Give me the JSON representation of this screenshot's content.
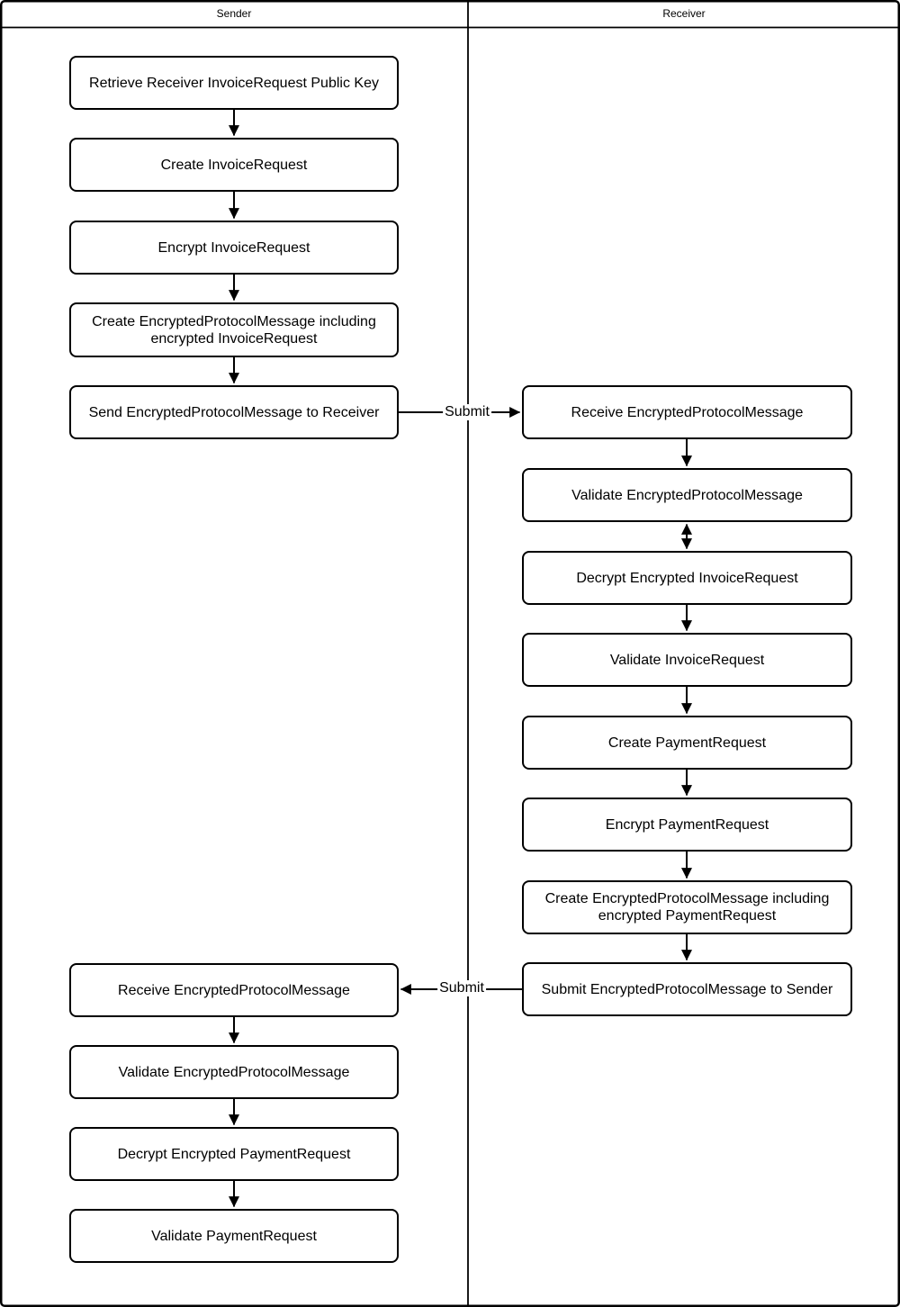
{
  "diagram": {
    "lanes": [
      {
        "label": "Sender"
      },
      {
        "label": "Receiver"
      }
    ],
    "nodes": {
      "retrieve_public_key": "Retrieve Receiver InvoiceRequest Public Key",
      "create_invoicerequest": "Create InvoiceRequest",
      "encrypt_invoicerequest": "Encrypt InvoiceRequest",
      "create_epm_invoice": "Create EncryptedProtocolMessage including encrypted InvoiceRequest",
      "send_epm_to_receiver": "Send EncryptedProtocolMessage to Receiver",
      "receive_epm_receiver": "Receive EncryptedProtocolMessage",
      "validate_epm_receiver": "Validate EncryptedProtocolMessage",
      "decrypt_invoicerequest": "Decrypt Encrypted InvoiceRequest",
      "validate_invoicerequest": "Validate InvoiceRequest",
      "create_paymentrequest": "Create PaymentRequest",
      "encrypt_paymentrequest": "Encrypt PaymentRequest",
      "create_epm_payment": "Create EncryptedProtocolMessage including encrypted PaymentRequest",
      "submit_epm_to_sender": "Submit EncryptedProtocolMessage to Sender",
      "receive_epm_sender": "Receive EncryptedProtocolMessage",
      "validate_epm_sender": "Validate EncryptedProtocolMessage",
      "decrypt_paymentrequest": "Decrypt Encrypted PaymentRequest",
      "validate_paymentrequest": "Validate PaymentRequest"
    },
    "edge_labels": {
      "submit_to_receiver": "Submit",
      "submit_to_sender": "Submit"
    },
    "colors": {
      "line": "#000000",
      "background": "#ffffff",
      "text": "#000000"
    }
  }
}
